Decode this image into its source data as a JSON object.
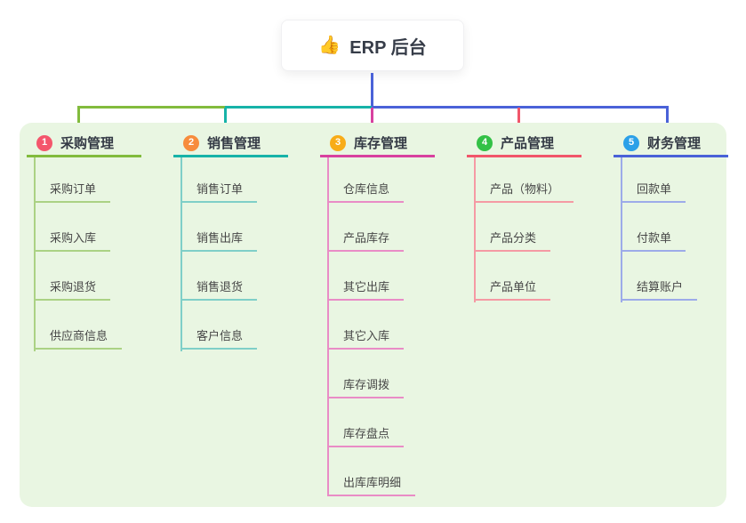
{
  "root": {
    "icon": "👍",
    "title": "ERP 后台"
  },
  "panel_bg": "#e9f6e2",
  "branches": [
    {
      "number": "1",
      "label": "采购管理",
      "badge_color": "#f4566c",
      "line_color": "#82bb3d",
      "line_light": "#abd284",
      "items": [
        "采购订单",
        "采购入库",
        "采购退货",
        "供应商信息"
      ]
    },
    {
      "number": "2",
      "label": "销售管理",
      "badge_color": "#f78c3c",
      "line_color": "#17b3a8",
      "line_light": "#7fcfc8",
      "items": [
        "销售订单",
        "销售出库",
        "销售退货",
        "客户信息"
      ]
    },
    {
      "number": "3",
      "label": "库存管理",
      "badge_color": "#f8ac18",
      "line_color": "#d8419f",
      "line_light": "#e98cc6",
      "items": [
        "仓库信息",
        "产品库存",
        "其它出库",
        "其它入库",
        "库存调拨",
        "库存盘点",
        "出库库明细"
      ]
    },
    {
      "number": "4",
      "label": "产品管理",
      "badge_color": "#33c146",
      "line_color": "#f1566a",
      "line_light": "#f59aa4",
      "items": [
        "产品（物料）",
        "产品分类",
        "产品单位"
      ]
    },
    {
      "number": "5",
      "label": "财务管理",
      "badge_color": "#2ba0e8",
      "line_color": "#4a62d8",
      "line_light": "#9dabe9",
      "items": [
        "回款单",
        "付款单",
        "结算账户"
      ]
    }
  ]
}
